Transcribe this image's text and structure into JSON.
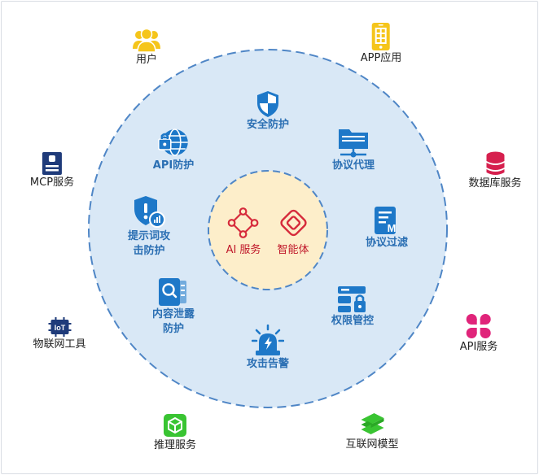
{
  "outer_ring": {
    "users": "用户",
    "app": "APP应用",
    "mcp": "MCP服务",
    "database": "数据库服务",
    "iot_tool": "物联网工具",
    "api_service": "API服务",
    "inference": "推理服务",
    "internet_model": "互联网模型"
  },
  "inner_ring": {
    "security": "安全防护",
    "api_protect": "API防护",
    "protocol_proxy": "协议代理",
    "prompt_attack_line1": "提示词攻",
    "prompt_attack_line2": "击防护",
    "protocol_filter": "协议过滤",
    "content_leak_line1": "内容泄露",
    "content_leak_line2": "防护",
    "access_control": "权限管控",
    "attack_alert": "攻击告警"
  },
  "core": {
    "ai_service": "AI 服务",
    "agent": "智能体"
  },
  "iot_badge": "IoT",
  "protocol_filter_badge": "M",
  "colors": {
    "ring_fill": "#d9e8f6",
    "ring_stroke": "#4f86c6",
    "core_fill": "#fdeeca",
    "core_stroke": "#4f86c6",
    "inner_icon": "#1e78c8",
    "inner_label": "#2b6fb3",
    "yellow": "#f5c51b",
    "navy": "#1f3b7a",
    "database_red": "#d6204e",
    "magenta": "#e0247a",
    "green": "#39c432",
    "core_red": "#d62a3b"
  }
}
